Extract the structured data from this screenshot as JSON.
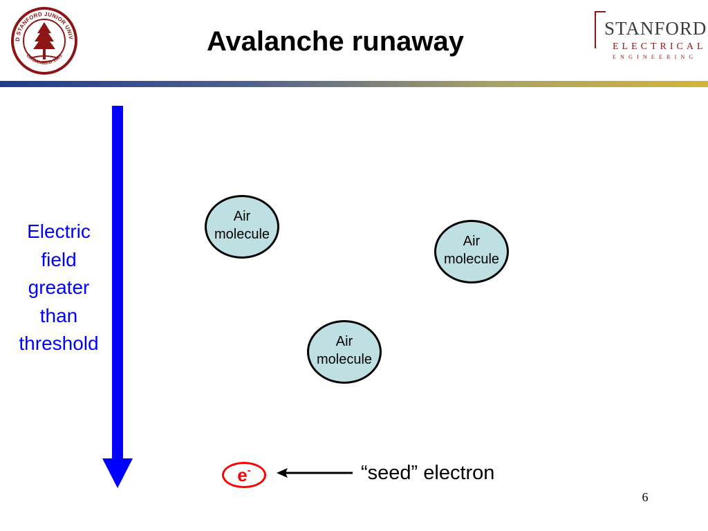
{
  "slide": {
    "title": "Avalanche runaway",
    "page_number": "6"
  },
  "seal": {
    "ring_text": "LELAND STANFORD JUNIOR UNIVERSITY",
    "ring_text_bottom": "ORGANIZED 1891",
    "icon": "stanford-tree-seal",
    "color": "#8c1515"
  },
  "logo": {
    "line1": "STANFORD",
    "line2": "ELECTRICAL",
    "line3": "ENGINEERING",
    "color": "#8c1515"
  },
  "diagram": {
    "field_label": [
      "Electric",
      "field",
      "greater",
      "than",
      "threshold"
    ],
    "field_arrow_color": "#0000ff",
    "molecules": [
      {
        "line1": "Air",
        "line2": "molecule"
      },
      {
        "line1": "Air",
        "line2": "molecule"
      },
      {
        "line1": "Air",
        "line2": "molecule"
      }
    ],
    "molecule_fill": "#bfe0e3",
    "electron": {
      "symbol": "e",
      "charge": "-",
      "color": "#ff0000"
    },
    "seed_label": "“seed” electron"
  }
}
